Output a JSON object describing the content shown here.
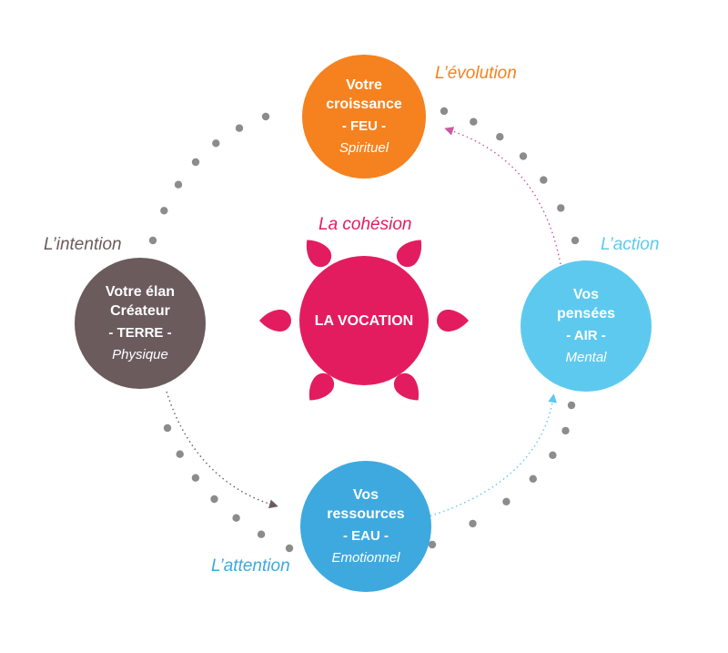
{
  "colors": {
    "fire": "#f5821f",
    "air": "#5ec9ee",
    "water": "#3ea9df",
    "earth": "#6b5b5c",
    "center": "#e31c5f",
    "dots": "#8c8c8c",
    "earth_label": "#6b5b5c"
  },
  "center": {
    "title": "LA VOCATION",
    "label": "La cohésion"
  },
  "nodes": {
    "fire": {
      "line1": "Votre",
      "line2": "croissance",
      "element": "- FEU -",
      "quality": "Spirituel"
    },
    "air": {
      "line1": "Vos",
      "line2": "pensées",
      "element": "- AIR -",
      "quality": "Mental"
    },
    "water": {
      "line1": "Vos",
      "line2": "ressources",
      "element": "- EAU -",
      "quality": "Emotionnel"
    },
    "earth": {
      "line1": "Votre élan",
      "line2": "Créateur",
      "element": "- TERRE -",
      "quality": "Physique"
    }
  },
  "labels": {
    "evolution": "L’évolution",
    "action": "L’action",
    "attention": "L’attention",
    "intention": "L’intention"
  }
}
